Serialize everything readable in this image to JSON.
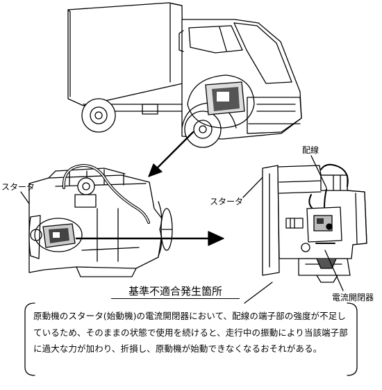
{
  "labels": {
    "starter_left": "スタータ",
    "starter_right": "スタータ",
    "wiring": "配線",
    "current_switch": "電流開閉器"
  },
  "heading": "基準不適合発生箇所",
  "description": "原動機のスタータ(始動機)の電流開閉器において、配線の端子部の強度が不足しているため、そのままの状態で使用を続けると、走行中の振動により当該端子部に過大な力が加わり、折損し、原動機が始動できなくなるおそれがある。"
}
